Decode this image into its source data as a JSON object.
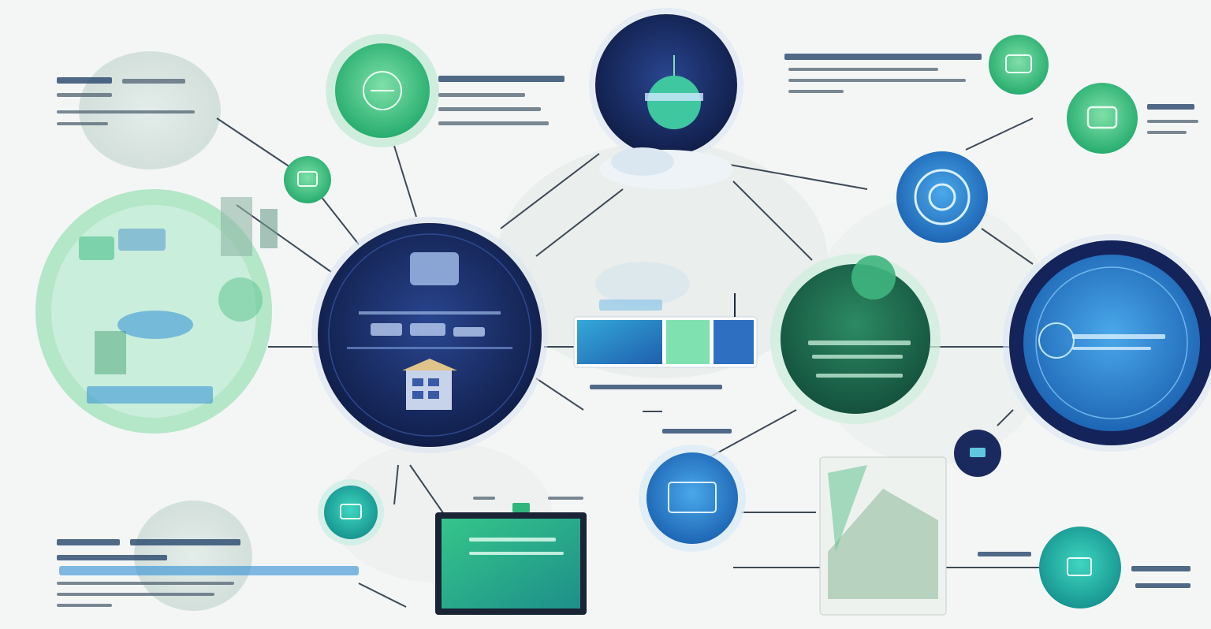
{
  "colors": {
    "background": "#f4f6f6",
    "navy": "#1b2a5e",
    "deep_navy": "#0f1d4a",
    "teal_green": "#2fb67c",
    "sky_blue": "#2f8fd6",
    "forest_green": "#1f6b4f",
    "connector": "#1d2b3a"
  },
  "diagram": {
    "nodes": [
      {
        "id": "hub-center",
        "kind": "hub",
        "icon": "facility-dashboard-icon"
      },
      {
        "id": "top-cloud-globe",
        "kind": "hub",
        "icon": "globe-antenna-icon"
      },
      {
        "id": "right-blue-hub",
        "kind": "hub",
        "icon": "target-gauge-icon"
      },
      {
        "id": "green-hub",
        "kind": "hub",
        "icon": "leaf-data-icon"
      },
      {
        "id": "left-map-hub",
        "kind": "hub",
        "icon": "city-map-icon"
      },
      {
        "id": "center-dashboard-panel",
        "kind": "panel",
        "icon": "dashboard-icon"
      },
      {
        "id": "bottom-monitor",
        "kind": "panel",
        "icon": "monitor-icon"
      },
      {
        "id": "bottom-chart-panel",
        "kind": "panel",
        "icon": "chart-icon"
      },
      {
        "id": "small-blue-target",
        "kind": "node",
        "icon": "radar-icon"
      },
      {
        "id": "small-top-right-green",
        "kind": "node",
        "icon": "shield-icon"
      },
      {
        "id": "small-right-green",
        "kind": "node",
        "icon": "check-icon"
      },
      {
        "id": "small-left-green",
        "kind": "node",
        "icon": "gear-icon"
      },
      {
        "id": "small-bottom-left-teal",
        "kind": "node",
        "icon": "sensor-icon"
      },
      {
        "id": "small-bottom-right-teal",
        "kind": "node",
        "icon": "person-icon"
      },
      {
        "id": "small-navy-dot",
        "kind": "node",
        "icon": "dot-icon"
      },
      {
        "id": "bottom-blue-node",
        "kind": "node",
        "icon": "wave-icon"
      }
    ]
  }
}
